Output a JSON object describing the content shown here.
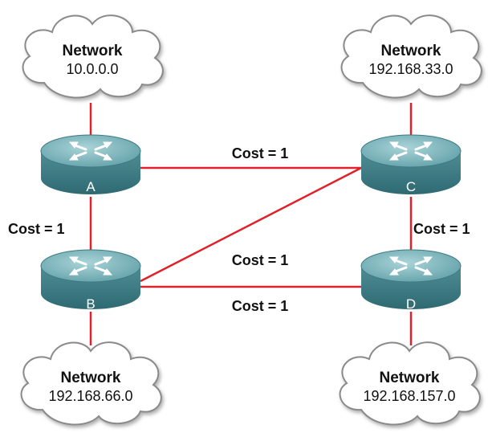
{
  "colors": {
    "link": "#e0202a",
    "router_top": "#7fb6bc",
    "router_side": "#3f7c85",
    "cloud_fill": "#ffffff",
    "cloud_stroke": "#8a8a8a"
  },
  "routers": {
    "a": {
      "label": "A",
      "icon": "router-icon"
    },
    "b": {
      "label": "B",
      "icon": "router-icon"
    },
    "c": {
      "label": "C",
      "icon": "router-icon"
    },
    "d": {
      "label": "D",
      "icon": "router-icon"
    }
  },
  "networks": {
    "a": {
      "title": "Network",
      "address": "10.0.0.0",
      "icon": "cloud-icon"
    },
    "b": {
      "title": "Network",
      "address": "192.168.66.0",
      "icon": "cloud-icon"
    },
    "c": {
      "title": "Network",
      "address": "192.168.33.0",
      "icon": "cloud-icon"
    },
    "d": {
      "title": "Network",
      "address": "192.168.157.0",
      "icon": "cloud-icon"
    }
  },
  "links": {
    "ac": "Cost = 1",
    "ab": "Cost = 1",
    "cd": "Cost = 1",
    "bc": "Cost = 1",
    "bd": "Cost = 1"
  }
}
